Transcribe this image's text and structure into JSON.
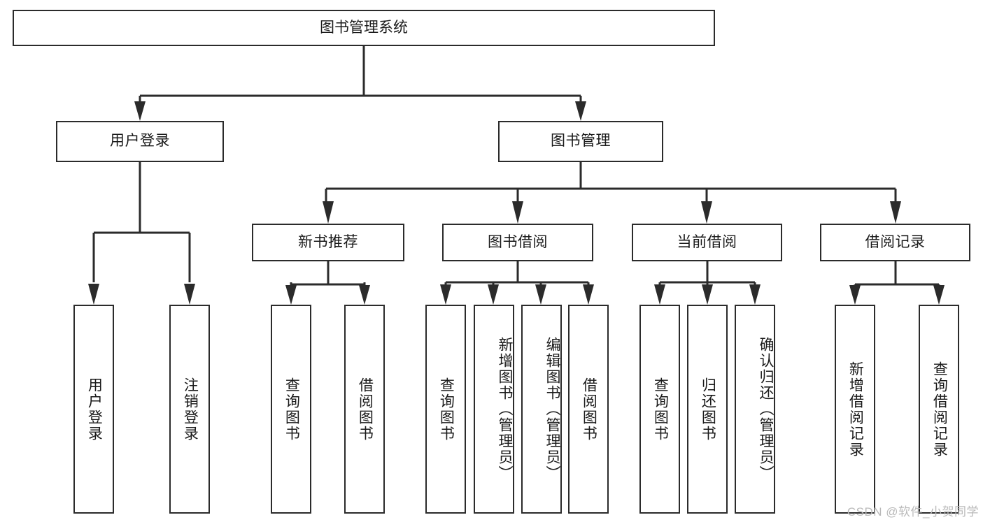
{
  "diagram": {
    "type": "tree",
    "title": "图书管理系统",
    "background_color": "#ffffff",
    "line_color": "#2b2b2b",
    "text_color": "#1a1a1a",
    "levels": 4,
    "root": {
      "id": "root",
      "label": "图书管理系统"
    },
    "level2": [
      {
        "id": "user-login",
        "label": "用户登录"
      },
      {
        "id": "book-management",
        "label": "图书管理"
      }
    ],
    "level3": [
      {
        "id": "new-book-recommend",
        "label": "新书推荐",
        "parent": "book-management"
      },
      {
        "id": "book-borrow",
        "label": "图书借阅",
        "parent": "book-management"
      },
      {
        "id": "current-borrow",
        "label": "当前借阅",
        "parent": "book-management"
      },
      {
        "id": "borrow-record",
        "label": "借阅记录",
        "parent": "book-management"
      }
    ],
    "leaves": {
      "user_login": [
        {
          "id": "leaf-user-login",
          "label": "用户登录"
        },
        {
          "id": "leaf-logout-login",
          "label": "注销登录"
        }
      ],
      "new_book_recommend": [
        {
          "id": "leaf-query-book-1",
          "label": "查询图书"
        },
        {
          "id": "leaf-borrow-book-1",
          "label": "借阅图书"
        }
      ],
      "book_borrow": [
        {
          "id": "leaf-query-book-2",
          "label": "查询图书"
        },
        {
          "id": "leaf-add-book",
          "label": "新增图书（管理员）"
        },
        {
          "id": "leaf-edit-book",
          "label": "编辑图书（管理员）"
        },
        {
          "id": "leaf-borrow-book-2",
          "label": "借阅图书"
        }
      ],
      "current_borrow": [
        {
          "id": "leaf-query-book-3",
          "label": "查询图书"
        },
        {
          "id": "leaf-return-book",
          "label": "归还图书"
        },
        {
          "id": "leaf-confirm-return",
          "label": "确认归还（管理员）"
        }
      ],
      "borrow_record": [
        {
          "id": "leaf-add-record",
          "label": "新增借阅记录"
        },
        {
          "id": "leaf-query-record",
          "label": "查询借阅记录"
        }
      ]
    }
  },
  "watermark": {
    "text": "CSDN @软件_小贺同学"
  }
}
